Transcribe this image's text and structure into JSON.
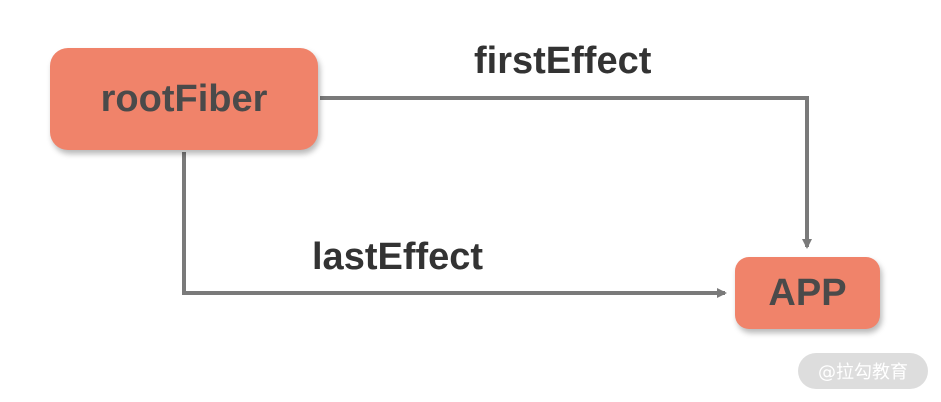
{
  "nodes": {
    "root": "rootFiber",
    "app": "APP"
  },
  "edges": {
    "first": "firstEffect",
    "last": "lastEffect"
  },
  "watermark": "@拉勾教育",
  "colors": {
    "node_fill": "#F0836A",
    "node_text": "#4a4a4a",
    "edge": "#7a7a7a",
    "label_text": "#333333"
  }
}
